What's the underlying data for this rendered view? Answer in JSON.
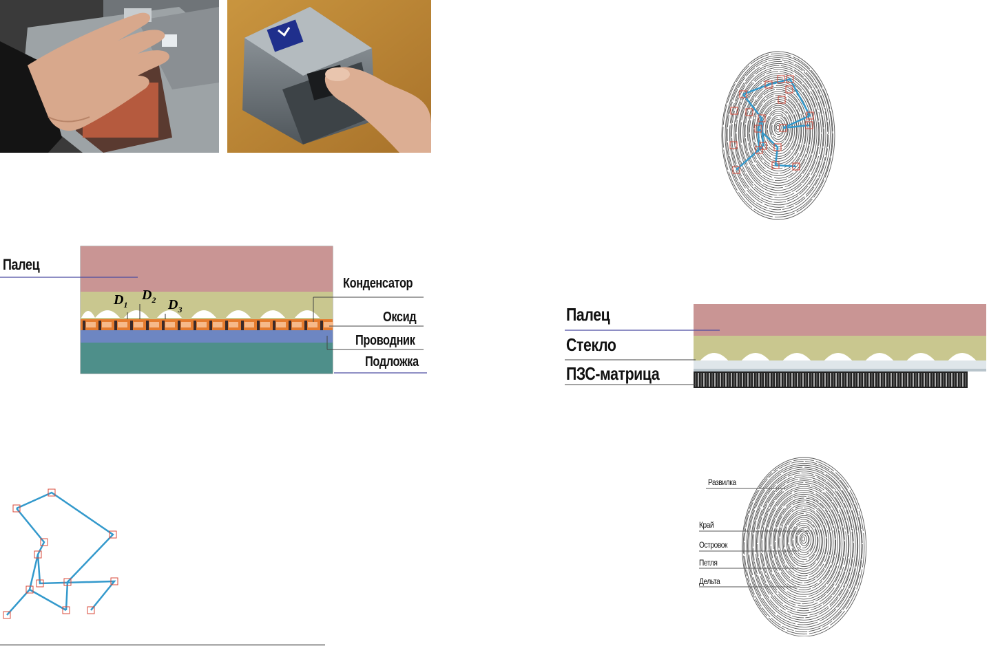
{
  "capacitive_diagram": {
    "finger_label": "Палец",
    "capacitor_label": "Конденсатор",
    "oxide_label": "Оксид",
    "conductor_label": "Проводник",
    "substrate_label": "Подложка",
    "d_labels": [
      {
        "letter": "D",
        "sub": "1"
      },
      {
        "letter": "D",
        "sub": "2"
      },
      {
        "letter": "D",
        "sub": "3"
      }
    ],
    "colors": {
      "finger": "#c99594",
      "ridge_fill": "#c9c78f",
      "substrate": "#4e8f8a",
      "oxide": "#e57b2e",
      "conductor": "#6d86c2",
      "line": "#4a4aa0"
    }
  },
  "optical_diagram": {
    "finger_label": "Палец",
    "glass_label": "Стекло",
    "ccd_label": "ПЗС-матрица"
  },
  "fingerprint_features": {
    "fork_label": "Развилка",
    "edge_label": "Край",
    "island_label": "Островок",
    "loop_label": "Петля",
    "delta_label": "Дельта"
  },
  "minutiae_graph": {
    "line_color": "#3399cc",
    "marker_color": "#d94a3a"
  },
  "photos": {
    "hand_scanner": "hand-scanner-photo",
    "finger_scanner": "finger-scanner-photo"
  }
}
